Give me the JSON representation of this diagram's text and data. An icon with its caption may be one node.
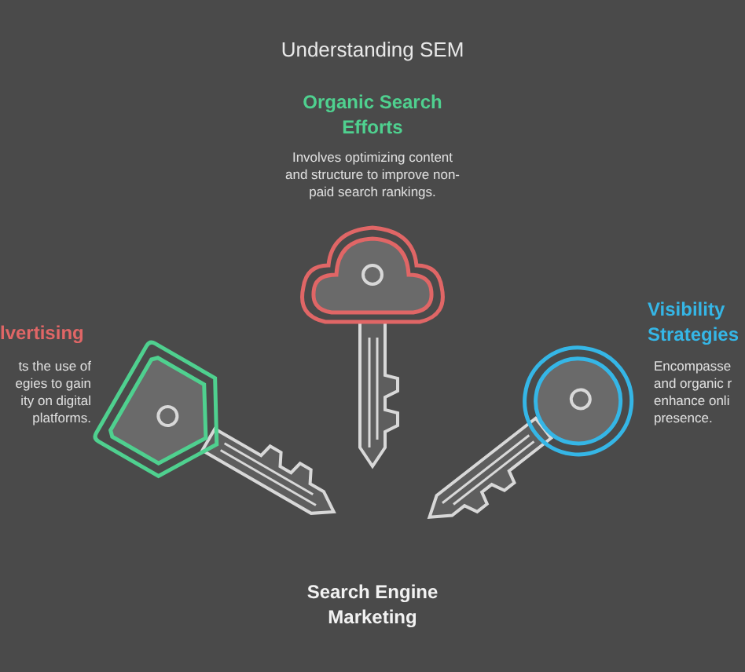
{
  "diagram": {
    "title": "Understanding SEM",
    "labels": [
      "Organic Search Efforts",
      "Involves optimizing content and structure to improve non-paid search rankings.",
      "lvertising",
      "ts the use of egies to gain ity on digital platforms.",
      "Visibility Strategies",
      "Encompasse and organic r enhance onli presence.",
      "Search Engine Marketing"
    ]
  }
}
